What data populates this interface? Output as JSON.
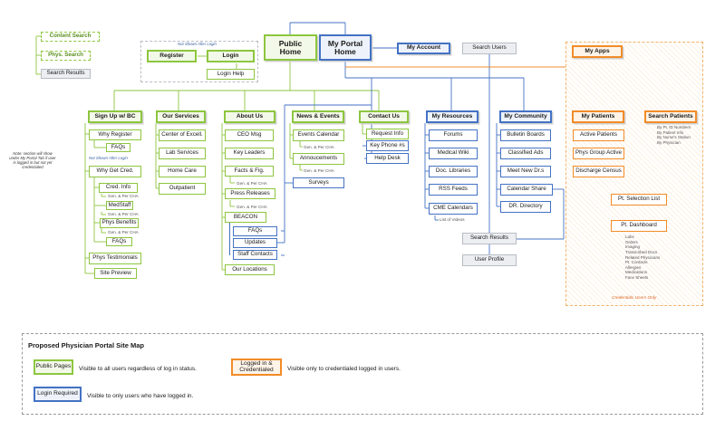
{
  "top": {
    "public_home": "Public\nHome",
    "my_portal_home": "My Portal\nHome",
    "my_account": "My Account",
    "search_users": "Search Users",
    "my_apps": "My Apps",
    "register": "Register",
    "login": "Login",
    "login_help": "Login Help",
    "not_shown_note": "Not Shown After Login"
  },
  "global_search": {
    "content_search": "Content Search",
    "phys_search": "Phys. Search",
    "search_results": "Search Results"
  },
  "side_note": "Note: section will show\nunder My Portal Tab if user\nis logged in but not yet\ncredentialed",
  "sign_up": {
    "title": "Sign Up w/ BC",
    "why_register": "Why Register",
    "faqs": "FAQs",
    "not_shown_note": "Not Shown After Login",
    "why_get_cred": "Why Get Cred.",
    "cred_info": "Cred. Info",
    "cred_info_sub": "Gen. & Per CHA",
    "medstaff": "MedStaff",
    "medstaff_sub": "Gen. & Per CHA",
    "phys_benefits": "Phys Benefits",
    "phys_benefits_sub": "Gen. & Per CHA",
    "faqs2": "FAQs",
    "phys_testimonials": "Phys Testimonials",
    "site_preview": "Site Preview"
  },
  "our_services": {
    "title": "Our Services",
    "items": [
      "Center of Excell.",
      "Lab Services",
      "Home Care",
      "Outpatient"
    ]
  },
  "about_us": {
    "title": "About Us",
    "ceo_msg": "CEO Msg",
    "key_leaders": "Key Leaders",
    "facts": "Facts & Fig.",
    "facts_sub": "Gen. & Per CHA",
    "press_releases": "Press Releases",
    "press_sub": "Gen. & Per CHA",
    "beacon": "BEACON",
    "faqs": "FAQs",
    "updates": "Updates",
    "staff_contacts": "Staff Contacts",
    "our_locations": "Our Locations"
  },
  "news": {
    "title": "News & Events",
    "events_calendar": "Events Calendar",
    "events_sub": "Gen. & Per CHA",
    "announcements": "Annoucements",
    "announcements_sub": "Gen. & Per CHA",
    "surveys": "Surveys"
  },
  "contact": {
    "title": "Contact Us",
    "request_info": "Request Info",
    "key_phone": "Key Phone #s",
    "help_desk": "Help Desk"
  },
  "resources": {
    "title": "My Resources",
    "items": [
      "Forums",
      "Medical Wiki",
      "Doc. Libraries",
      "RSS Feeds",
      "CME Calendars"
    ],
    "cme_sub": "List of Videos"
  },
  "community": {
    "title": "My Community",
    "items": [
      "Bulletin Boards",
      "Classified Ads",
      "Meet New Dr.s",
      "Calendar Share",
      "DR. Directory"
    ]
  },
  "portal_search": {
    "search_results": "Search Results",
    "user_profile": "User Profile"
  },
  "patients": {
    "title": "My Patients",
    "items": [
      "Active Patients",
      "Phys Group Active",
      "Discharge Census"
    ],
    "selection_list": "Pt. Selection List",
    "dashboard": "Pt. Dashboard",
    "dashboard_items": "Labs\nOrders\nImaging\nTranscribed Docs\nRelated Physicians\nPt. Contacts\nAllergies\nMedications\nFace Sheets"
  },
  "search_patients": {
    "title": "Search Patients",
    "options": "By Pt. ID Numbers\nBy Patient Info\nBy Nurse's Station\nBy Physician"
  },
  "credentials_only": "Credentials Users Only",
  "legend": {
    "title": "Proposed Physician Portal Site Map",
    "public_label": "Public Pages",
    "public_desc": "Visible to all users regardless of log in status.",
    "login_label": "Login Required",
    "login_desc": "Visible to only users who have logged in.",
    "cred_label": "Logged in &\nCredentialed",
    "cred_desc": "Visible only to credentialed logged in users."
  },
  "colors": {
    "public": "#8dc63f",
    "login_required": "#4472c4",
    "credentialed": "#f28c28",
    "neutral": "#b8bcc4"
  }
}
